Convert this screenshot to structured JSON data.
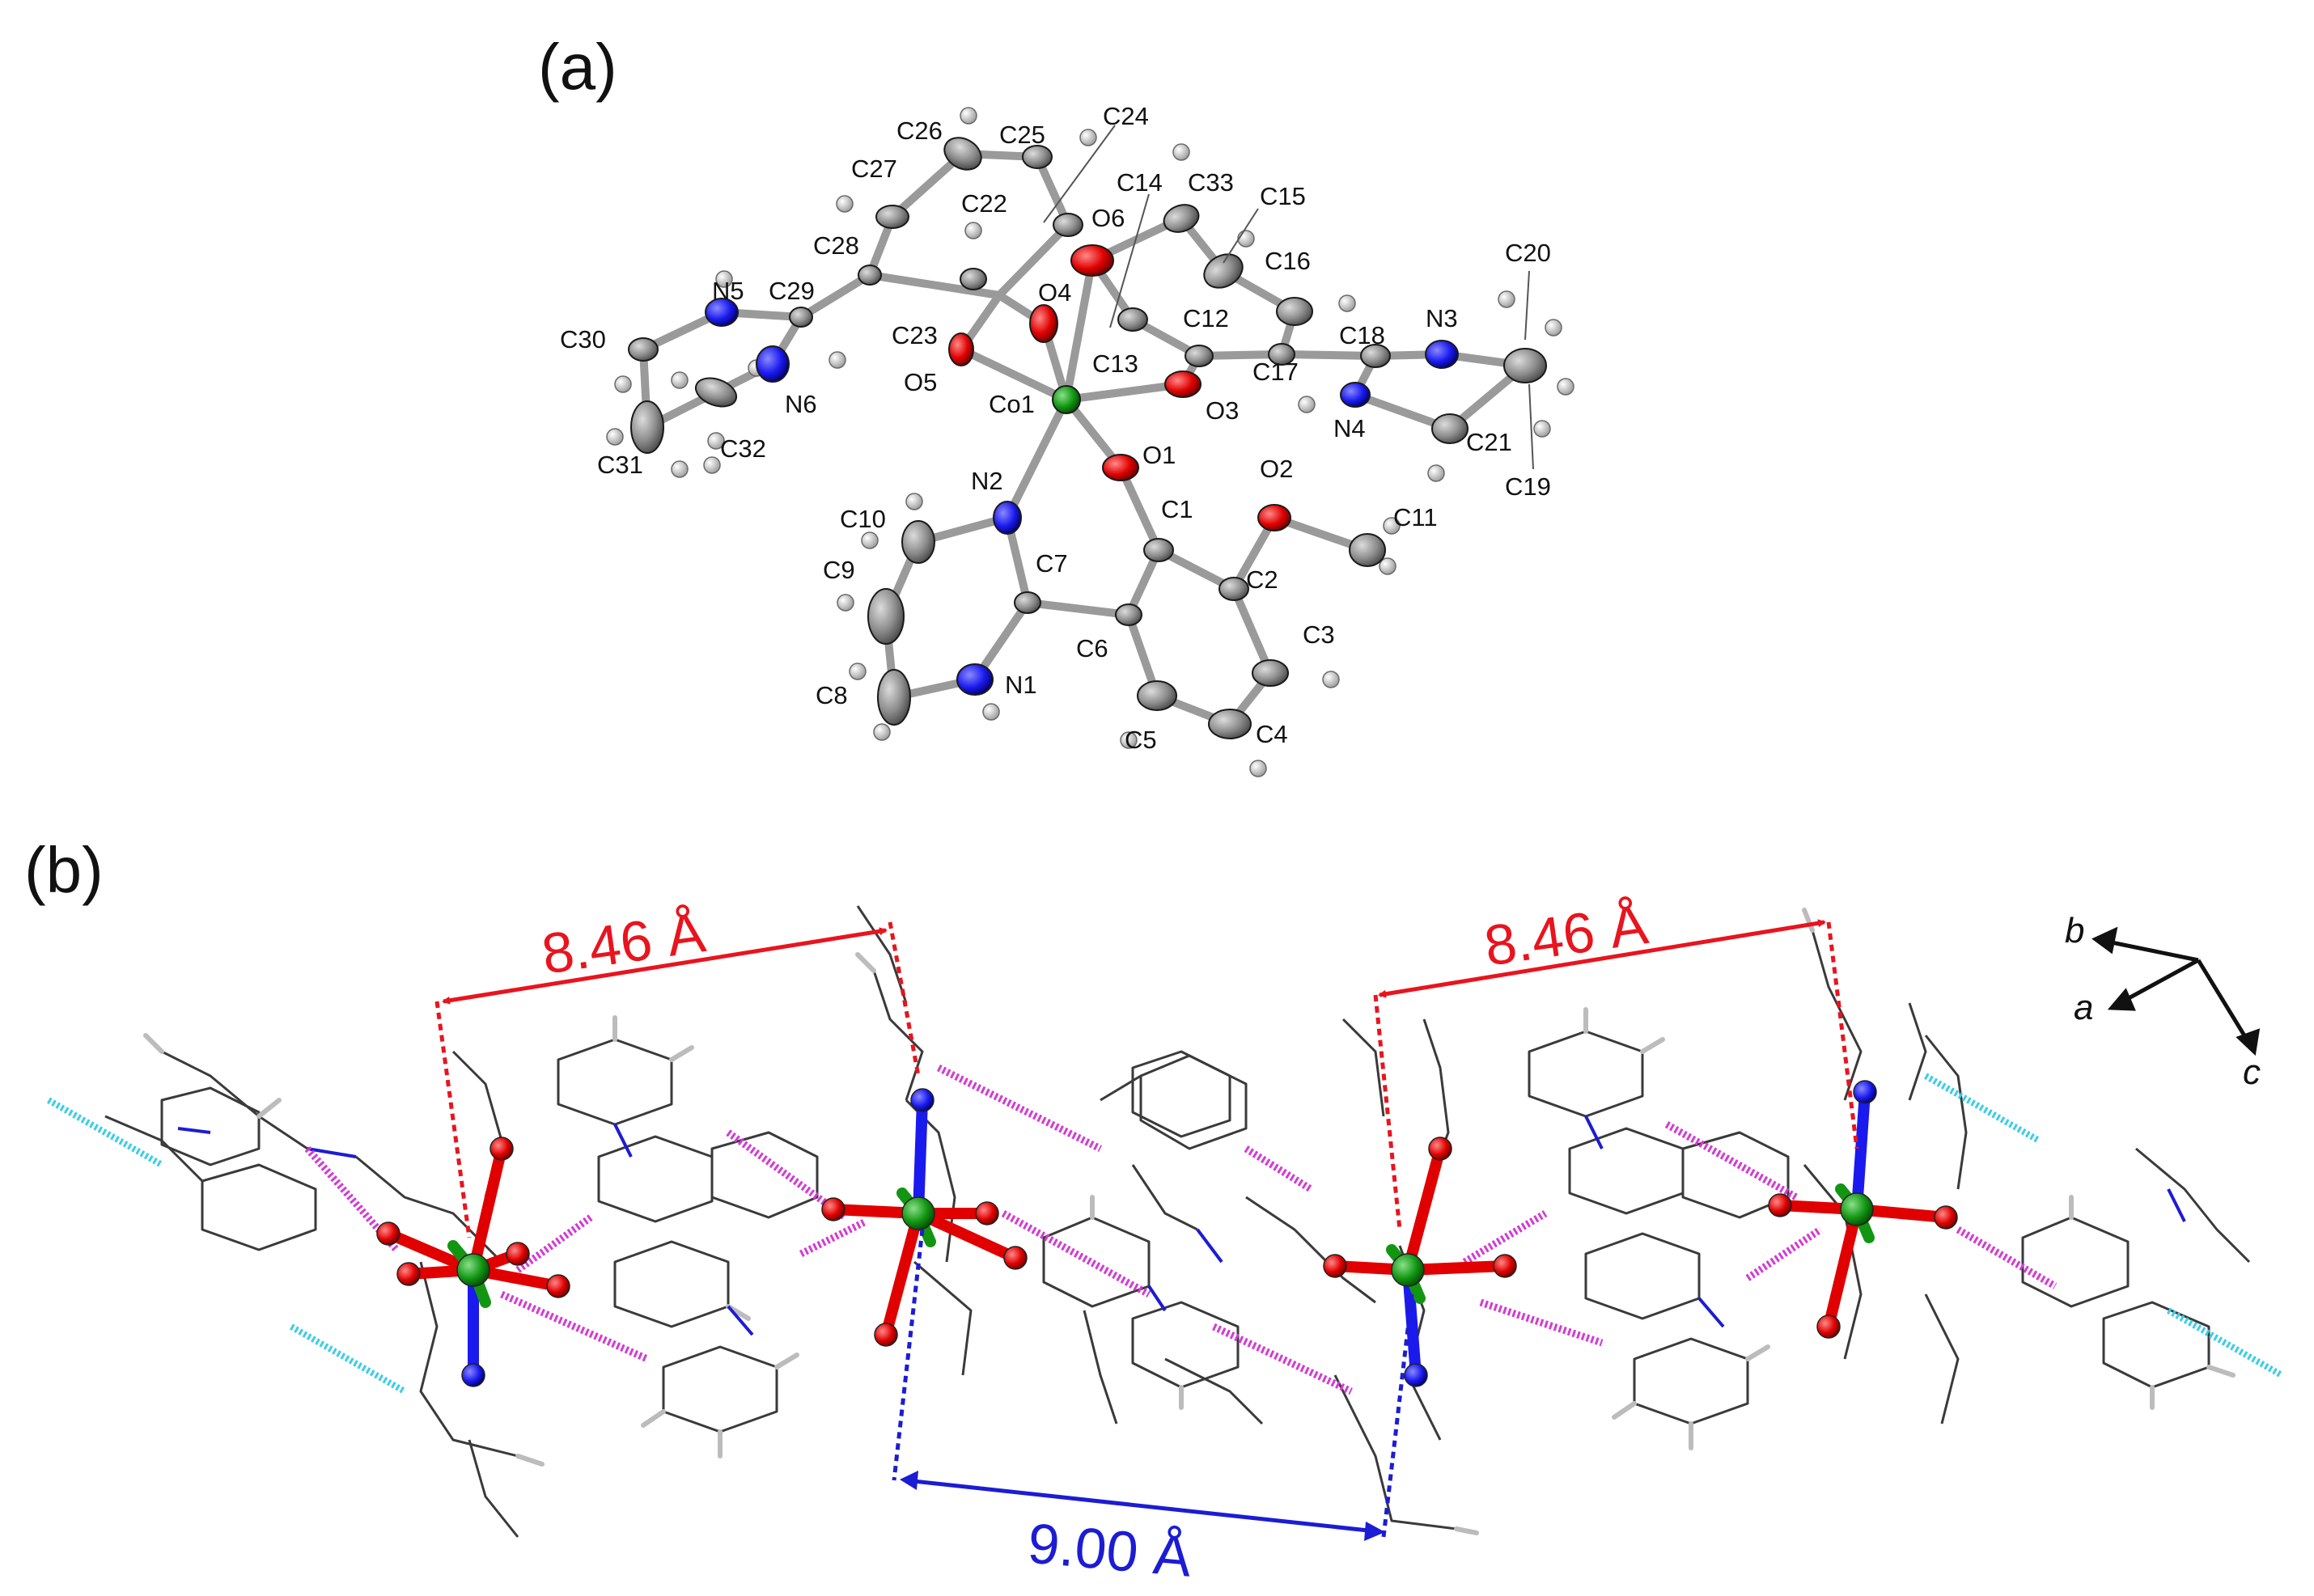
{
  "panels": {
    "a": {
      "label": "(a)"
    },
    "b": {
      "label": "(b)"
    }
  },
  "colors": {
    "carbon": "#8c8c8c",
    "hydrogen": "#d9d9d9",
    "oxygen": "#e00000",
    "nitrogen": "#1a1aee",
    "cobalt": "#129612",
    "red_measure": "#e8141e",
    "blue_measure": "#1c1cd4",
    "magenta_hbond": "#d23cd2",
    "cyan_hbond": "#3ccde6",
    "framework": "#333333"
  },
  "atoms": [
    {
      "label": "C26"
    },
    {
      "label": "C25"
    },
    {
      "label": "C24"
    },
    {
      "label": "C27"
    },
    {
      "label": "C22"
    },
    {
      "label": "C14"
    },
    {
      "label": "C33"
    },
    {
      "label": "C15"
    },
    {
      "label": "O6"
    },
    {
      "label": "C28"
    },
    {
      "label": "C16"
    },
    {
      "label": "C20"
    },
    {
      "label": "N5"
    },
    {
      "label": "C29"
    },
    {
      "label": "O4"
    },
    {
      "label": "C12"
    },
    {
      "label": "C23"
    },
    {
      "label": "N3"
    },
    {
      "label": "C18"
    },
    {
      "label": "C30"
    },
    {
      "label": "O5"
    },
    {
      "label": "C13"
    },
    {
      "label": "C17"
    },
    {
      "label": "N6"
    },
    {
      "label": "Co1"
    },
    {
      "label": "O3"
    },
    {
      "label": "N4"
    },
    {
      "label": "C21"
    },
    {
      "label": "C32"
    },
    {
      "label": "C31"
    },
    {
      "label": "O1"
    },
    {
      "label": "N2"
    },
    {
      "label": "O2"
    },
    {
      "label": "C19"
    },
    {
      "label": "C10"
    },
    {
      "label": "C1"
    },
    {
      "label": "C11"
    },
    {
      "label": "C7"
    },
    {
      "label": "C9"
    },
    {
      "label": "C2"
    },
    {
      "label": "C6"
    },
    {
      "label": "C3"
    },
    {
      "label": "N1"
    },
    {
      "label": "C8"
    },
    {
      "label": "C5"
    },
    {
      "label": "C4"
    }
  ],
  "measurements": {
    "left_red": "8.46 Å",
    "right_red": "8.46 Å",
    "blue": "9.00 Å"
  },
  "axes": {
    "b": "b",
    "a": "a",
    "c": "c"
  }
}
